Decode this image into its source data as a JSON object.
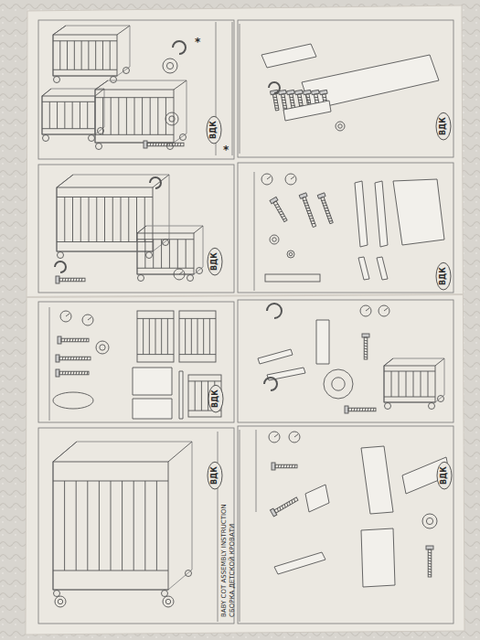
{
  "diagram": {
    "title": "BABY COT ASSEMBLY INSTRUCTION",
    "labels": [
      "СБОРКА ДЕТСКОЙ КРОВАТИ",
      "ВДК",
      "ВДК",
      "ВДК",
      "ВДК",
      "ВДК",
      "ВДК",
      "ВДК",
      "*",
      "*"
    ]
  }
}
